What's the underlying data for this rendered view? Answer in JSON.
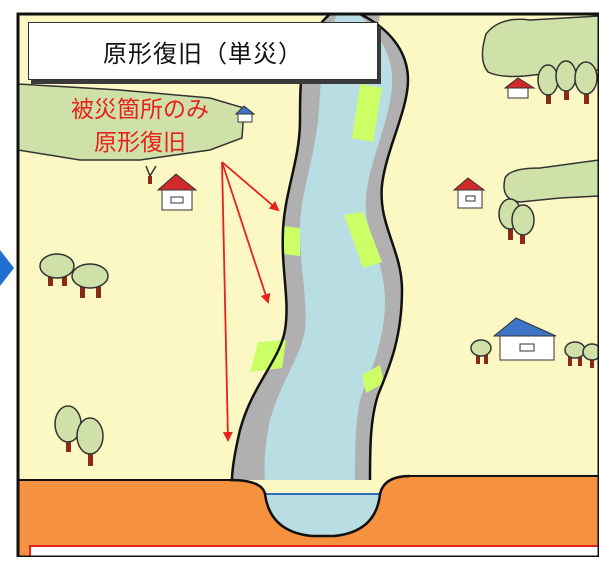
{
  "diagram": {
    "title": "原形復旧（単災）",
    "callout_lines": [
      "被災箇所のみ",
      "原形復旧"
    ]
  },
  "colors": {
    "land": "#fcf8c4",
    "river": "#b8dde3",
    "bank": "#b0b0b0",
    "restored_section": "#ccff66",
    "forest": "#cfe0a8",
    "roof_red": "#d22a2a",
    "roof_blue": "#3f74c6",
    "ground_orange": "#f5913f",
    "arrow_red": "#e8211c",
    "nav_arrow": "#1f6fd0"
  }
}
